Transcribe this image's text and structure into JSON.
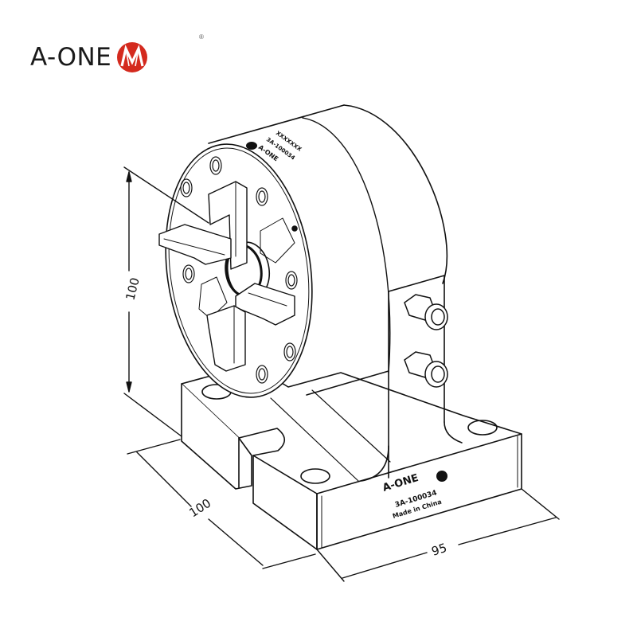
{
  "brand": {
    "name": "A-ONE",
    "registered_mark": "®",
    "logo_color": "#d42a1e"
  },
  "drawing": {
    "subject": "Pneumatic chuck with stand, isometric line drawing",
    "line_color": "#111111",
    "dimensions": {
      "height": "100",
      "depth": "100",
      "width": "95"
    },
    "base_engraving": {
      "brand": "A-ONE",
      "part_number": "3A-100034",
      "origin": "Made in China"
    },
    "chuck_engraving": {
      "brand": "A-ONE",
      "line2": "3A-100034",
      "line3": "XXXXXXX"
    }
  }
}
